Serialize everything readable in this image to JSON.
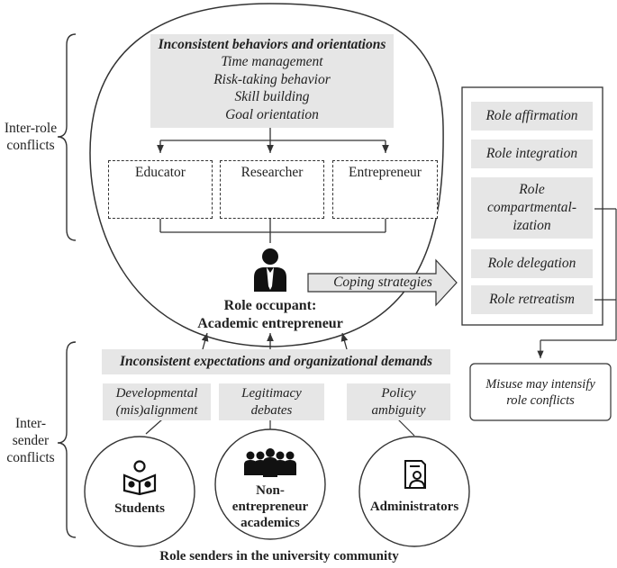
{
  "inconsistent_behaviors": {
    "title": "Inconsistent behaviors and orientations",
    "items": [
      "Time management",
      "Risk-taking behavior",
      "Skill building",
      "Goal orientation"
    ]
  },
  "roles": [
    "Educator",
    "Researcher",
    "Entrepreneur"
  ],
  "role_occupant": {
    "line1": "Role occupant:",
    "line2": "Academic entrepreneur"
  },
  "coping_label": "Coping strategies",
  "strategies": [
    "Role affirmation",
    "Role integration",
    "Role compartmental-ization",
    "Role delegation",
    "Role retreatism"
  ],
  "strategy_lines": {
    "compartmental": [
      "Role",
      "compartmental-",
      "ization"
    ]
  },
  "misuse_note": [
    "Misuse may intensify",
    "role conflicts"
  ],
  "inconsistent_expectations": "Inconsistent expectations and organizational demands",
  "sender_issues": [
    {
      "line1": "Developmental",
      "line2": "(mis)alignment"
    },
    {
      "line1": "Legitimacy",
      "line2": "debates"
    },
    {
      "line1": "Policy",
      "line2": "ambiguity"
    }
  ],
  "senders": {
    "students": "Students",
    "nonentre": [
      "Non-",
      "entrepreneur",
      "academics"
    ],
    "admins": "Administrators"
  },
  "inter_role": [
    "Inter-role",
    "conflicts"
  ],
  "inter_sender": [
    "Inter-",
    "sender",
    "conflicts"
  ],
  "footer": "Role senders in the university community"
}
